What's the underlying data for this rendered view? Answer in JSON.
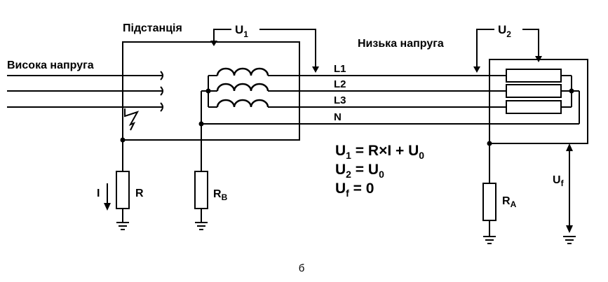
{
  "labels": {
    "substation": "Підстанція",
    "high_voltage": "Висока напруга",
    "low_voltage": "Низька напруга",
    "u1": "U",
    "u1_sub": "1",
    "u2": "U",
    "u2_sub": "2",
    "l1": "L1",
    "l2": "L2",
    "l3": "L3",
    "n": "N",
    "current": "I",
    "r": "R",
    "rb": "R",
    "rb_sub": "B",
    "ra": "R",
    "ra_sub": "A",
    "uf": "U",
    "uf_sub": "f"
  },
  "formulas": [
    {
      "sym": "U",
      "sub": "1",
      "rhs": " = R×I + U",
      "rhs_sub": "0"
    },
    {
      "sym": "U",
      "sub": "2",
      "rhs": " = U",
      "rhs_sub": "0"
    },
    {
      "sym": "U",
      "sub": "f",
      "rhs": " = 0",
      "rhs_sub": ""
    }
  ],
  "caption": "б"
}
